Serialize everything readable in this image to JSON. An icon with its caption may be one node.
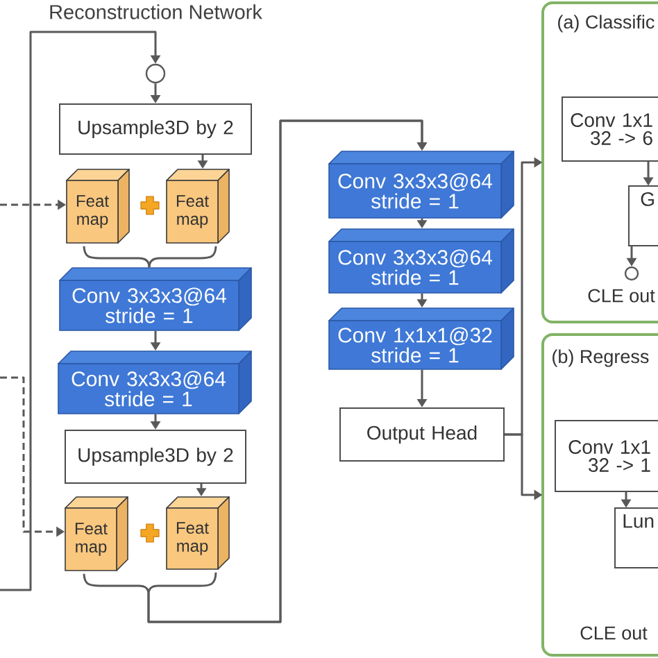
{
  "diagram": {
    "nodes": [
      {
        "text": [],
        "shape": "circle"
      },
      {
        "text": [
          "Upsample3D by 2"
        ]
      },
      {
        "text": [
          "Feat map"
        ]
      },
      {
        "text": [
          "Feat map"
        ]
      },
      {
        "text": [
          "Conv 3x3x3@64 stride = 1"
        ]
      },
      {
        "text": [
          "Conv 3x3x3@64 stride = 1"
        ]
      },
      {
        "text": [
          "Upsample3D by 2"
        ]
      },
      {
        "text": [
          "Feat map"
        ]
      },
      {
        "text": [
          "Feat map"
        ]
      },
      {
        "text": [
          "Conv 3x3x3@64 stride = 1"
        ]
      },
      {
        "text": [
          "Conv 3x3x3@64 stride = 1"
        ]
      },
      {
        "text": [
          "Conv 1x1x1@32 stride = 1"
        ]
      },
      {
        "text": [
          "Output Head"
        ]
      },
      {
        "text": [
          "(a) Classific"
        ]
      },
      {
        "text": [
          "Conv 1x1 32 -> 6"
        ],
        "in": 13
      },
      {
        "text": [
          "G"
        ],
        "in": 13
      },
      {
        "text": [],
        "shape": "circle",
        "beside": [
          "CLE out"
        ],
        "in": 13
      },
      {
        "text": [
          "(b) Regress"
        ]
      },
      {
        "text": [
          "Conv 1x1 32 -> 1"
        ],
        "in": 17
      },
      {
        "text": [
          "Lun"
        ],
        "in": 17
      }
    ],
    "edges": [
      {
        "from": null,
        "to": 0,
        "arrow": "to"
      },
      {
        "from": 0,
        "to": 1,
        "arrow": "to"
      },
      {
        "from": 1,
        "to": 3,
        "arrow": "to"
      },
      {
        "from": null,
        "to": 2,
        "arrow": "to",
        "style": "dashed"
      },
      {
        "from": 2,
        "to": 4,
        "arrow": "none"
      },
      {
        "from": 3,
        "to": 4,
        "arrow": "none"
      },
      {
        "from": 4,
        "to": 5,
        "arrow": "to"
      },
      {
        "from": 5,
        "to": 6,
        "arrow": "to"
      },
      {
        "from": 6,
        "to": 8,
        "arrow": "to"
      },
      {
        "from": null,
        "to": 7,
        "arrow": "to",
        "style": "dashed"
      },
      {
        "from": 7,
        "to": 9,
        "arrow": "to"
      },
      {
        "from": 8,
        "to": 9,
        "arrow": "to"
      },
      {
        "from": 9,
        "to": 10,
        "arrow": "to"
      },
      {
        "from": 10,
        "to": 11,
        "arrow": "to"
      },
      {
        "from": 11,
        "to": 12,
        "arrow": "to"
      },
      {
        "from": 12,
        "to": 13,
        "arrow": "to"
      },
      {
        "from": 12,
        "to": 17,
        "arrow": "to"
      },
      {
        "from": 14,
        "to": 15,
        "arrow": "to"
      },
      {
        "from": 15,
        "to": 16,
        "arrow": "to"
      },
      {
        "from": 18,
        "to": 19,
        "arrow": "to"
      }
    ],
    "labels": [
      "Reconstruction Network",
      "CLE out"
    ]
  }
}
